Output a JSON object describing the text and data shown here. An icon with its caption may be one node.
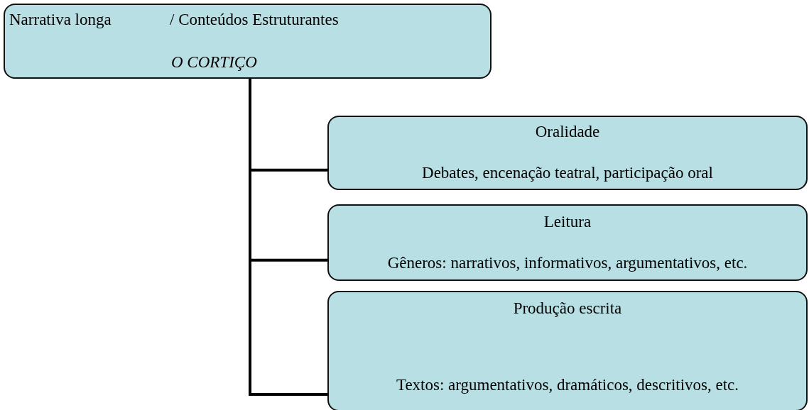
{
  "diagram": {
    "nodes": [
      {
        "text": [
          "Narrativa longa",
          "/ Conteúdos Estruturantes",
          "O CORTIÇO"
        ]
      },
      {
        "text": [
          "Oralidade",
          "Debates, encenação teatral, participação oral"
        ]
      },
      {
        "text": [
          "Leitura",
          "Gêneros: narrativos, informativos, argumentativos, etc."
        ]
      },
      {
        "text": [
          "Produção escrita",
          "Textos: argumentativos, dramáticos, descritivos, etc."
        ]
      }
    ],
    "edges": [
      {
        "from": 0,
        "to": 1,
        "arrow": "none"
      },
      {
        "from": 0,
        "to": 2,
        "arrow": "none"
      },
      {
        "from": 0,
        "to": 3,
        "arrow": "none"
      }
    ]
  }
}
